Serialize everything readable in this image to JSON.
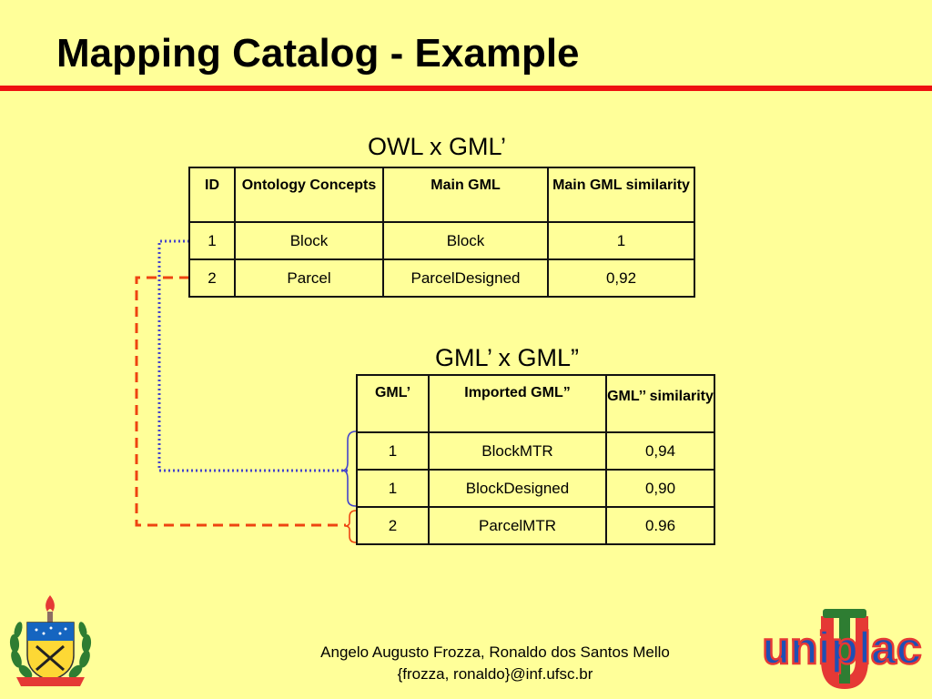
{
  "slide": {
    "title": "Mapping Catalog - Example"
  },
  "table1": {
    "caption": "OWL x GML’",
    "headers": [
      "ID",
      "Ontology Concepts",
      "Main GML",
      "Main GML similarity"
    ],
    "rows": [
      [
        "1",
        "Block",
        "Block",
        "1"
      ],
      [
        "2",
        "Parcel",
        "ParcelDesigned",
        "0,92"
      ]
    ]
  },
  "table2": {
    "caption": "GML’ x GML”",
    "headers": [
      "GML’",
      "Imported GML”",
      "GML’’ similarity"
    ],
    "rows": [
      [
        "1",
        "BlockMTR",
        "0,94"
      ],
      [
        "1",
        "BlockDesigned",
        "0,90"
      ],
      [
        "2",
        "ParcelMTR",
        "0.96"
      ]
    ]
  },
  "colors": {
    "background": "#ffff99",
    "rule": "#ee1111",
    "dotted_link": "#4444cc",
    "dashed_link": "#ee4411"
  },
  "footer": {
    "authors": "Angelo Augusto Frozza, Ronaldo dos Santos Mello",
    "emails": "{frozza, ronaldo}@inf.ufsc.br"
  },
  "logos": {
    "right_wordmark": "uniplac"
  }
}
